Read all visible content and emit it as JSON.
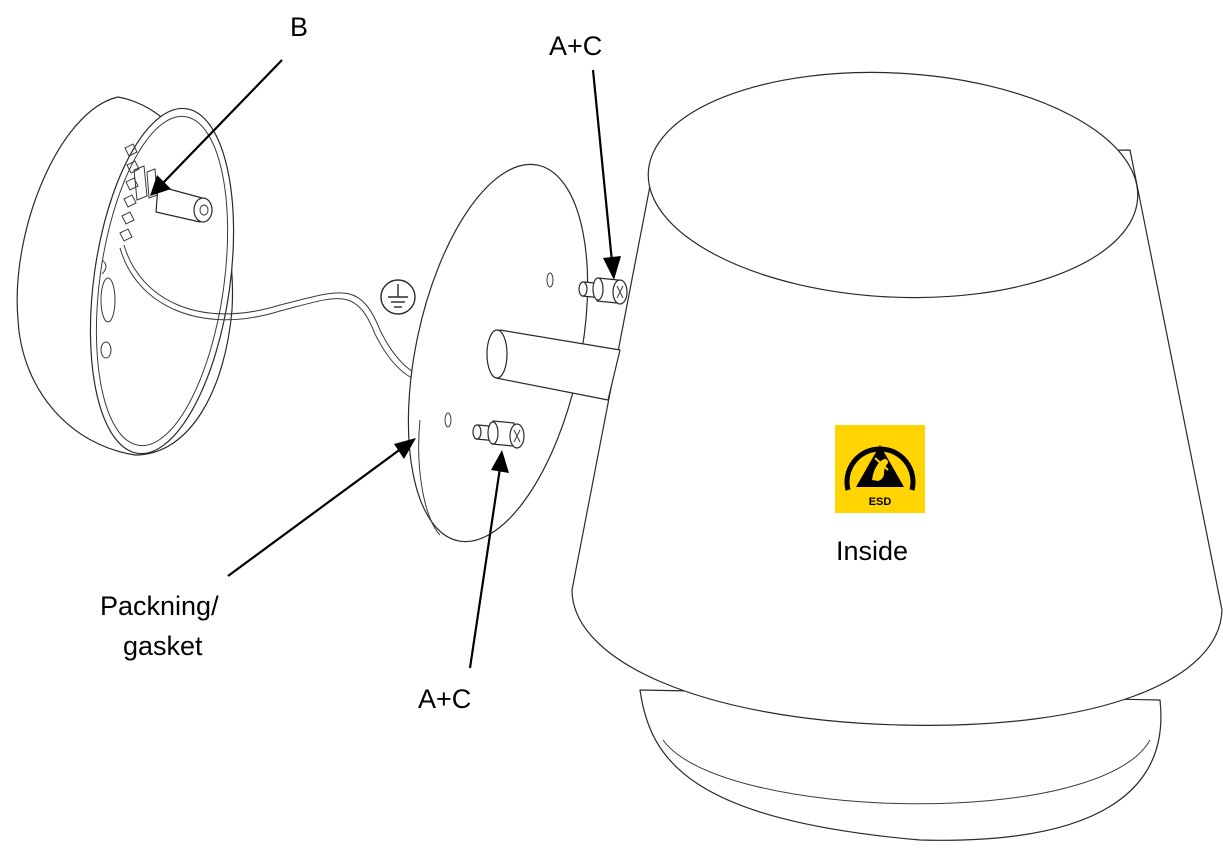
{
  "labels": {
    "b": "B",
    "ac_top": "A+C",
    "ac_bottom": "A+C",
    "gasket_line1": "Packning/",
    "gasket_line2": "gasket",
    "inside": "Inside"
  },
  "esd_symbol": {
    "text": "ESD",
    "background_color": "#ffd400",
    "symbol_color": "#000000"
  },
  "ground_symbol": {
    "icon": "protective-earth-icon"
  }
}
